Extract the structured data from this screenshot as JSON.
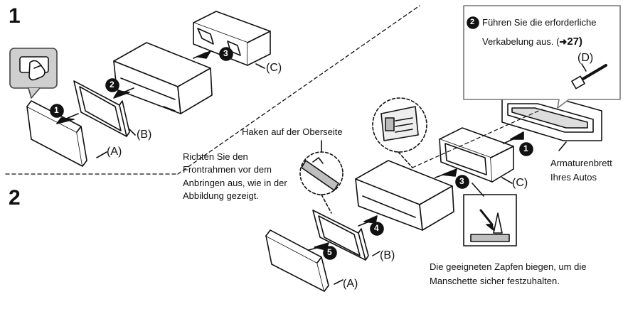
{
  "steps": {
    "one": "1",
    "two": "2"
  },
  "parts": {
    "a": "(A)",
    "b": "(B)",
    "c": "(C)",
    "d": "(D)"
  },
  "callouts": {
    "num2": "2",
    "wiring_line1": "Führen Sie die erforderliche",
    "wiring_line2": "Verkabelung aus. (",
    "wiring_ref_arrow": "➜",
    "wiring_ref_num": "27)",
    "hook": "Haken auf der Oberseite",
    "align_1": "Richten Sie den",
    "align_2": "Frontrahmen vor dem",
    "align_3": "Anbringen aus, wie in der",
    "align_4": "Abbildung gezeigt.",
    "dash_1": "Armaturenbrett",
    "dash_2": "Ihres Autos",
    "tabs_1": "Die geeigneten Zapfen biegen, um die",
    "tabs_2": "Manschette sicher festzuhalten."
  },
  "badges": {
    "s1_1": "1",
    "s1_2": "2",
    "s1_3": "3",
    "s2_1": "1",
    "s2_3": "3",
    "s2_4": "4",
    "s2_5": "5"
  },
  "colors": {
    "line": "#111111",
    "panel_grey": "#bfbfbf",
    "callout_border": "#777777"
  }
}
